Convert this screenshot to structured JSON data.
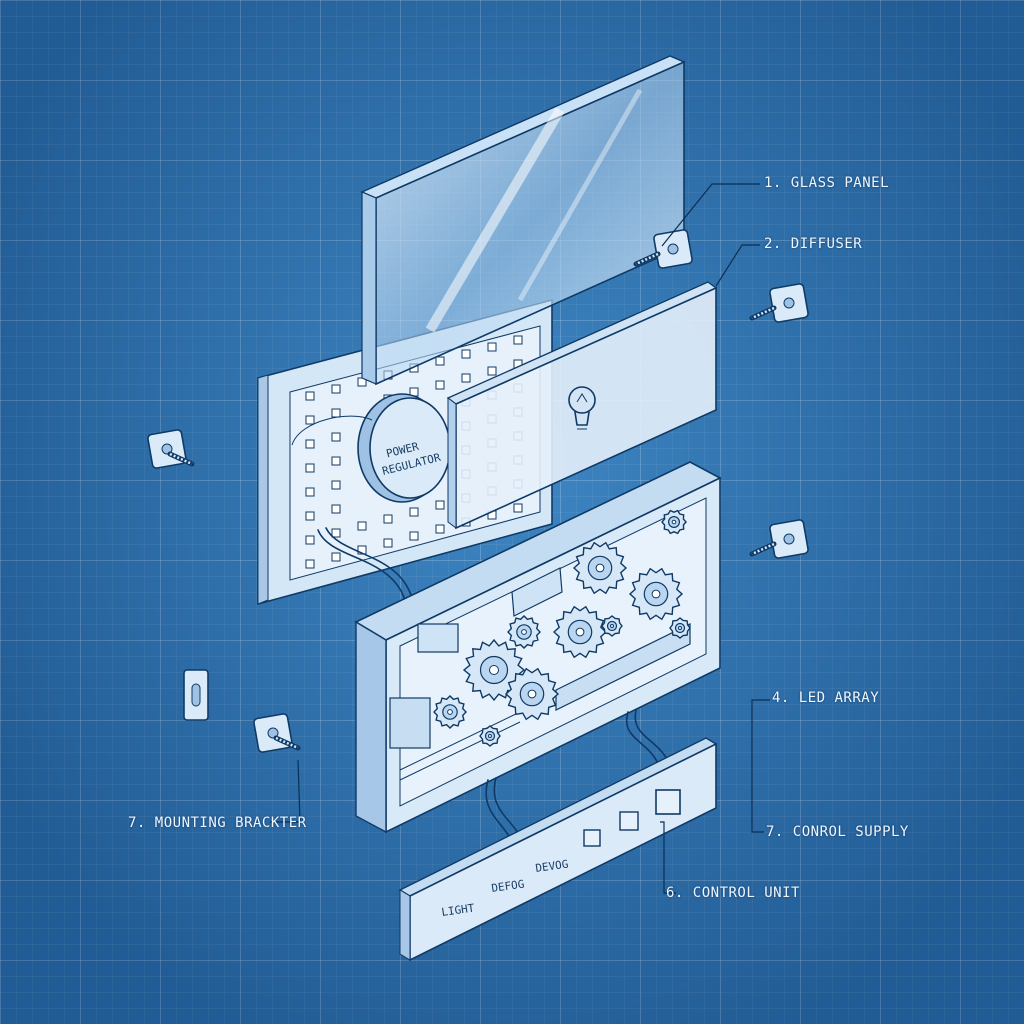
{
  "callouts": {
    "glass_panel": "1. GLASS PANEL",
    "diffuser": "2.  DIFFUSER",
    "led_array": "4. LED ARRAY",
    "control_supply": "7. CONROL SUPPLY",
    "control_unit": "6. CONTROL UNIT",
    "mounting_bracket": "7. MOUNTING BRACKTER"
  },
  "regulator_text": [
    "POWER",
    "REGULATOR"
  ],
  "buttons": [
    "LIGHT",
    "DEFOG",
    "DEVOG"
  ],
  "colors": {
    "blueprint_bg": "#2f73b0",
    "panel_fill": "#dcebf8",
    "ink": "#0f3a66",
    "label_text": "#eef6ff"
  },
  "icons": [
    "light-bulb-icon",
    "gear-icon",
    "screw-icon",
    "bracket-icon"
  ]
}
